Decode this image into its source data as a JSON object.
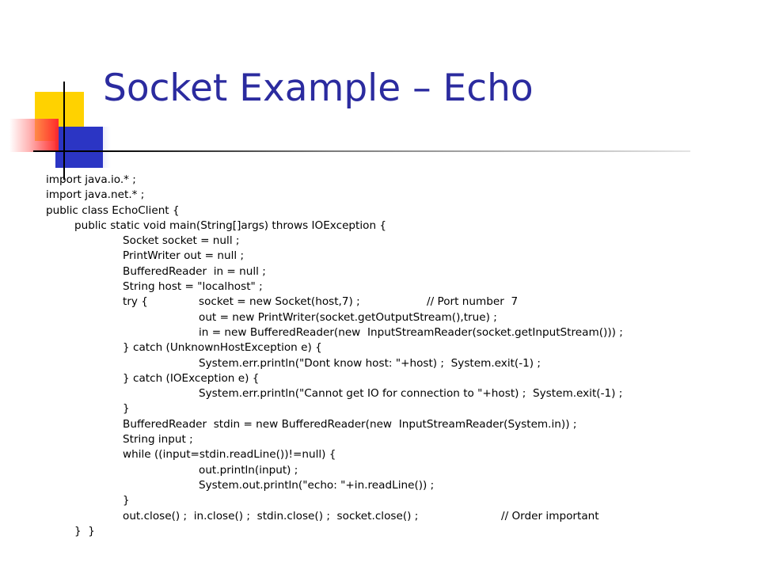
{
  "slide": {
    "title": "Socket Example – Echo"
  },
  "code": {
    "l01": "import java.io.* ;",
    "l02": "import java.net.* ;",
    "l03": "public class EchoClient {",
    "l04": "public static void main(String[]args) throws IOException {",
    "l05": "Socket socket = null ;",
    "l06": "PrintWriter out = null ;",
    "l07": "BufferedReader  in = null ;",
    "l08": "String host = \"localhost\" ;",
    "l09_kw": "try {",
    "l09_stmt": "socket = new Socket(host,7) ;",
    "l09_comment": "// Port number  7",
    "l10": "out = new PrintWriter(socket.getOutputStream(),true) ;",
    "l11": "in = new BufferedReader(new  InputStreamReader(socket.getInputStream())) ;",
    "l12": "} catch (UnknownHostException e) {",
    "l13": "System.err.println(\"Dont know host: \"+host) ;  System.exit(-1) ;",
    "l14": "} catch (IOException e) {",
    "l15": "System.err.println(\"Cannot get IO for connection to \"+host) ;  System.exit(-1) ;",
    "l16": "}",
    "l17": "BufferedReader  stdin = new BufferedReader(new  InputStreamReader(System.in)) ;",
    "l18": "String input ;",
    "l19": "while ((input=stdin.readLine())!=null) {",
    "l20": "out.println(input) ;",
    "l21": "System.out.println(\"echo: \"+in.readLine()) ;",
    "l22": "}",
    "l23_stmt": "out.close() ;  in.close() ;  stdin.close() ;  socket.close() ;",
    "l23_comment": "// Order important",
    "l24": "}  }"
  },
  "colors": {
    "title": "#2b2b9f",
    "deco_yellow": "#ffd200",
    "deco_blue": "#2b35c4",
    "deco_red": "#ff2a2a"
  }
}
